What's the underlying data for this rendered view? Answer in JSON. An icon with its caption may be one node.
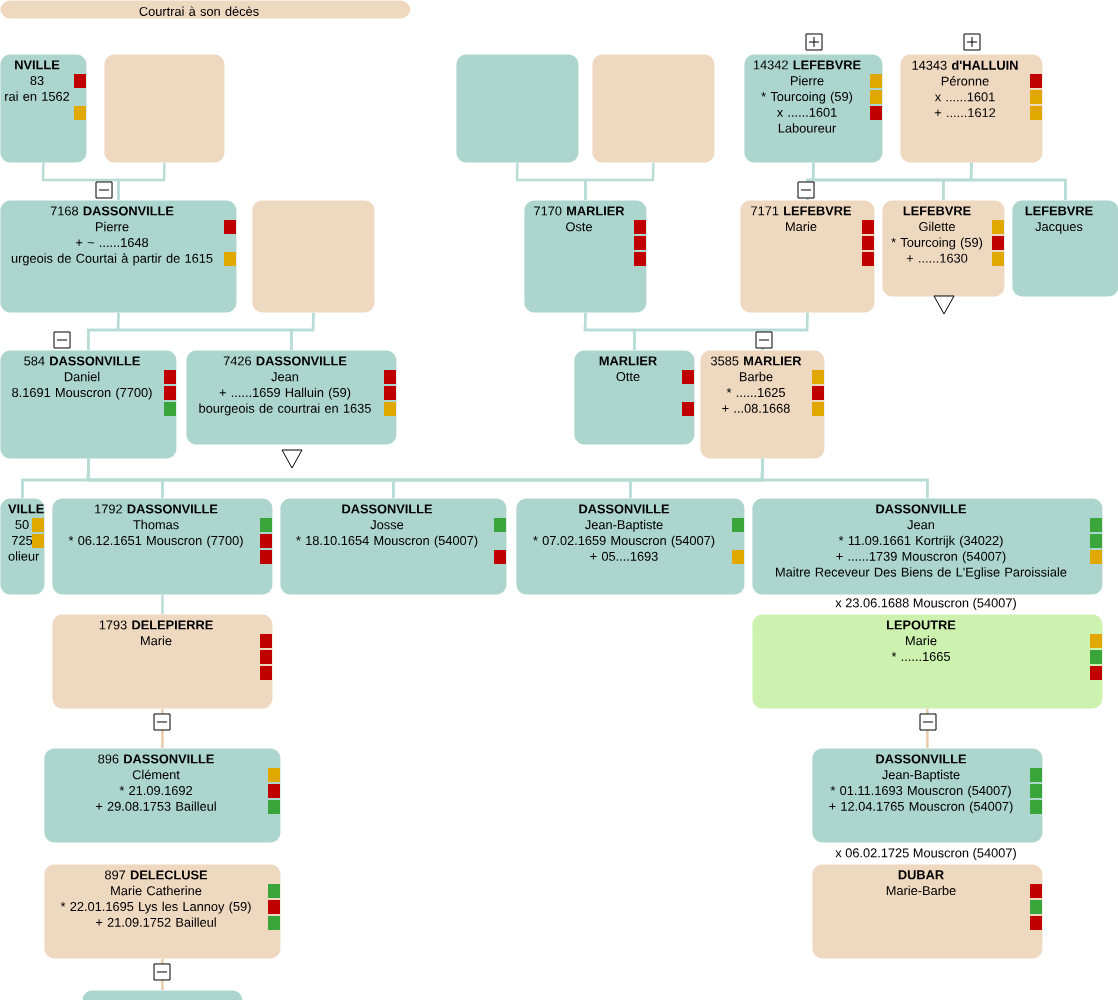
{
  "diagram": {
    "nodes": [
      {
        "text": [
          "Courtrai à son décès"
        ]
      },
      {
        "text": [
          "NVILLE",
          "83",
          "rai en 1562"
        ]
      },
      {
        "text": [],
        "shape": "box"
      },
      {
        "text": [],
        "shape": "box"
      },
      {
        "text": [],
        "shape": "box"
      },
      {
        "text": [
          "14342 **LEFEBVRE**",
          "Pierre",
          "* Tourcoing (59)",
          "x ......1601",
          "Laboureur"
        ]
      },
      {
        "text": [
          "14343 **d'HALLUIN**",
          "Péronne",
          "x ......1601",
          "+ ......1612"
        ]
      },
      {
        "text": [
          "7168 **DASSONVILLE**",
          "Pierre",
          "+ ~ ......1648",
          "urgeois de Courtai à partir de 1615"
        ]
      },
      {
        "text": [],
        "shape": "box"
      },
      {
        "text": [
          "7170 **MARLIER**",
          "Oste"
        ]
      },
      {
        "text": [
          "7171 **LEFEBVRE**",
          "Marie"
        ]
      },
      {
        "text": [
          "LEFEBVRE",
          "Gilette",
          "* Tourcoing (59)",
          "+ ......1630"
        ]
      },
      {
        "text": [
          "LEFEBVRE",
          "Jacques"
        ]
      },
      {
        "text": [
          "584 **DASSONVILLE**",
          "Daniel",
          "8.1691 Mouscron (7700)"
        ]
      },
      {
        "text": [
          "7426 **DASSONVILLE**",
          "Jean",
          "+ ......1659 Halluin (59)",
          "bourgeois de courtrai en 1635"
        ]
      },
      {
        "text": [
          "MARLIER",
          "Otte"
        ]
      },
      {
        "text": [
          "3585 **MARLIER**",
          "Barbe",
          "* ......1625",
          "+ ...08.1668"
        ]
      },
      {
        "text": [
          "VILLE",
          "50",
          "725",
          "olieur"
        ]
      },
      {
        "text": [
          "1792 **DASSONVILLE**",
          "Thomas",
          "* 06.12.1651 Mouscron (7700)"
        ]
      },
      {
        "text": [
          "DASSONVILLE",
          "Josse",
          "* 18.10.1654 Mouscron (54007)"
        ]
      },
      {
        "text": [
          "DASSONVILLE",
          "Jean-Baptiste",
          "* 07.02.1659 Mouscron (54007)",
          "+ 05....1693"
        ]
      },
      {
        "text": [
          "DASSONVILLE",
          "Jean",
          "* 11.09.1661 Kortrijk (34022)",
          "+ ......1739 Mouscron (54007)",
          "Maitre Receveur Des Biens de L'Eglise Paroissiale"
        ]
      },
      {
        "text": [
          "1793 **DELEPIERRE**",
          "Marie"
        ]
      },
      {
        "text": [
          "LEPOUTRE",
          "Marie",
          "* ......1665"
        ],
        "beside": [
          "x 23.06.1688 Mouscron (54007)"
        ]
      },
      {
        "text": [
          "896 **DASSONVILLE**",
          "Clément",
          "* 21.09.1692",
          "+ 29.08.1753 Bailleul"
        ]
      },
      {
        "text": [
          "DASSONVILLE",
          "Jean-Baptiste",
          "* 01.11.1693 Mouscron (54007)",
          "+ 12.04.1765 Mouscron (54007)"
        ]
      },
      {
        "text": [
          "897 **DELECLUSE**",
          "Marie Catherine",
          "* 22.01.1695 Lys les Lannoy (59)",
          "+ 21.09.1752 Bailleul"
        ]
      },
      {
        "text": [
          "DUBAR",
          "Marie-Barbe"
        ],
        "beside": [
          "x 06.02.1725 Mouscron (54007)"
        ]
      },
      {
        "text": [],
        "shape": "box"
      }
    ],
    "edges": [
      {
        "from": 1,
        "to": 7,
        "arrow": "none"
      },
      {
        "from": 2,
        "to": 7,
        "arrow": "none"
      },
      {
        "from": 3,
        "to": 9,
        "arrow": "none"
      },
      {
        "from": 4,
        "to": 9,
        "arrow": "none"
      },
      {
        "from": 5,
        "to": 10,
        "arrow": "none"
      },
      {
        "from": 6,
        "to": 10,
        "arrow": "none"
      },
      {
        "from": 5,
        "to": 11,
        "arrow": "none"
      },
      {
        "from": 6,
        "to": 11,
        "arrow": "none"
      },
      {
        "from": 5,
        "to": 12,
        "arrow": "none"
      },
      {
        "from": 6,
        "to": 12,
        "arrow": "none"
      },
      {
        "from": 7,
        "to": 13,
        "arrow": "none"
      },
      {
        "from": 8,
        "to": 13,
        "arrow": "none"
      },
      {
        "from": 7,
        "to": 14,
        "arrow": "none"
      },
      {
        "from": 8,
        "to": 14,
        "arrow": "none"
      },
      {
        "from": 9,
        "to": 15,
        "arrow": "none"
      },
      {
        "from": 10,
        "to": 15,
        "arrow": "none"
      },
      {
        "from": 9,
        "to": 16,
        "arrow": "none"
      },
      {
        "from": 10,
        "to": 16,
        "arrow": "none"
      },
      {
        "from": 13,
        "to": 17,
        "arrow": "none"
      },
      {
        "from": 16,
        "to": 17,
        "arrow": "none"
      },
      {
        "from": 13,
        "to": 18,
        "arrow": "none"
      },
      {
        "from": 16,
        "to": 18,
        "arrow": "none"
      },
      {
        "from": 13,
        "to": 19,
        "arrow": "none"
      },
      {
        "from": 16,
        "to": 19,
        "arrow": "none"
      },
      {
        "from": 13,
        "to": 20,
        "arrow": "none"
      },
      {
        "from": 16,
        "to": 20,
        "arrow": "none"
      },
      {
        "from": 13,
        "to": 21,
        "arrow": "none"
      },
      {
        "from": 16,
        "to": 21,
        "arrow": "none"
      },
      {
        "from": 18,
        "to": 22,
        "arrow": "none"
      },
      {
        "from": 22,
        "to": 24,
        "arrow": "none",
        "color": "#e8c9a6"
      },
      {
        "from": 23,
        "to": 25,
        "arrow": "none",
        "color": "#e8c9a6"
      },
      {
        "from": 26,
        "to": 28,
        "arrow": "none",
        "color": "#e8c9a6"
      }
    ]
  }
}
